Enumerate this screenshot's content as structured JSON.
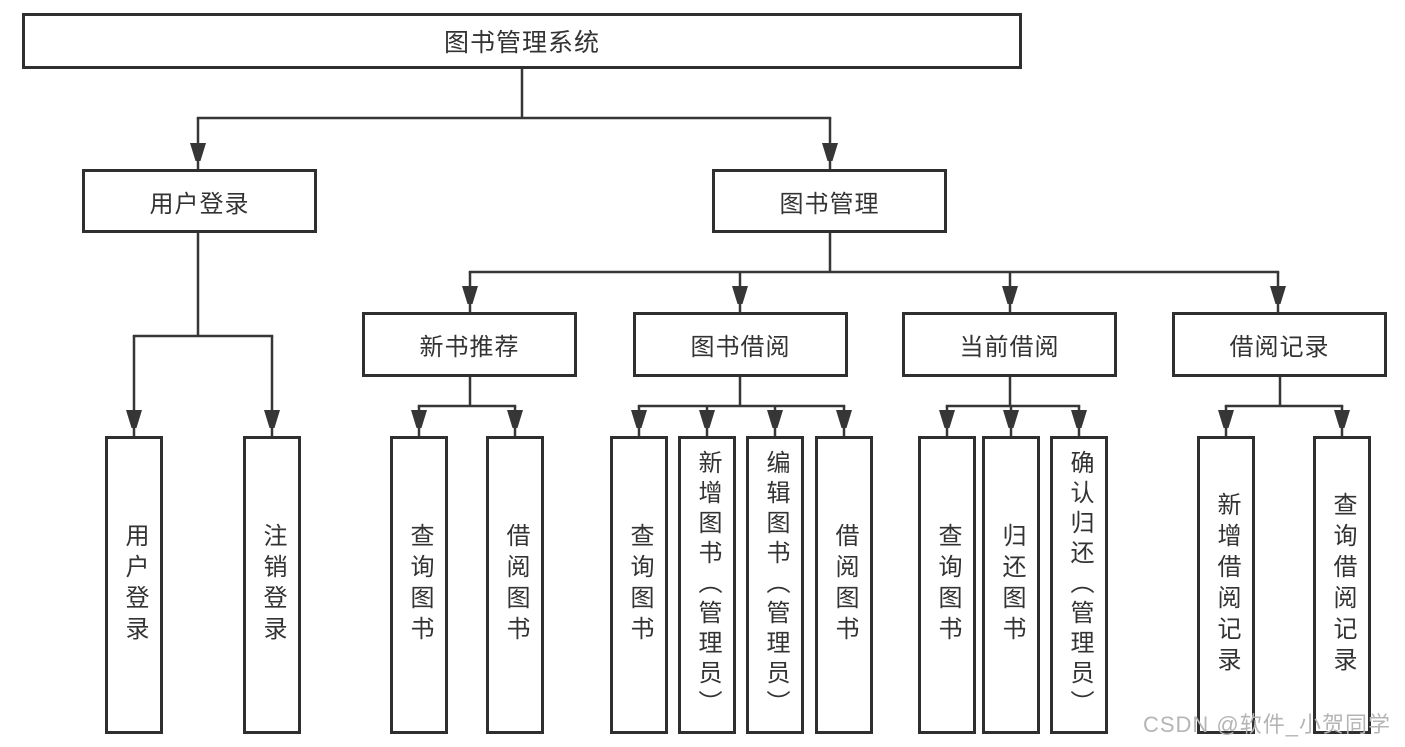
{
  "diagram": {
    "type": "tree",
    "root": "图书管理系统",
    "level2": [
      {
        "id": "user-login",
        "label": "用户登录",
        "parent": "图书管理系统"
      },
      {
        "id": "book-management",
        "label": "图书管理",
        "parent": "图书管理系统"
      }
    ],
    "level3": [
      {
        "id": "new-book-recommend",
        "label": "新书推荐",
        "parent": "图书管理"
      },
      {
        "id": "book-borrow",
        "label": "图书借阅",
        "parent": "图书管理"
      },
      {
        "id": "current-borrow",
        "label": "当前借阅",
        "parent": "图书管理"
      },
      {
        "id": "borrow-records",
        "label": "借阅记录",
        "parent": "图书管理"
      }
    ],
    "leaves": [
      {
        "label": "用户登录",
        "parent": "用户登录"
      },
      {
        "label": "注销登录",
        "parent": "用户登录"
      },
      {
        "label": "查询图书",
        "parent": "新书推荐"
      },
      {
        "label": "借阅图书",
        "parent": "新书推荐"
      },
      {
        "label": "查询图书",
        "parent": "图书借阅"
      },
      {
        "label": "新增图书（管理员）",
        "parent": "图书借阅"
      },
      {
        "label": "编辑图书（管理员）",
        "parent": "图书借阅"
      },
      {
        "label": "借阅图书",
        "parent": "图书借阅"
      },
      {
        "label": "查询图书",
        "parent": "当前借阅"
      },
      {
        "label": "归还图书",
        "parent": "当前借阅"
      },
      {
        "label": "确认归还（管理员）",
        "parent": "当前借阅"
      },
      {
        "label": "新增借阅记录",
        "parent": "借阅记录"
      },
      {
        "label": "查询借阅记录",
        "parent": "借阅记录"
      }
    ],
    "colors": {
      "line": "#363636",
      "box_border": "#2f2f2f",
      "text": "#333333",
      "background": "#ffffff"
    }
  },
  "watermark": {
    "text": "CSDN @软件_小贺同学",
    "color": "#b5b5b5"
  }
}
